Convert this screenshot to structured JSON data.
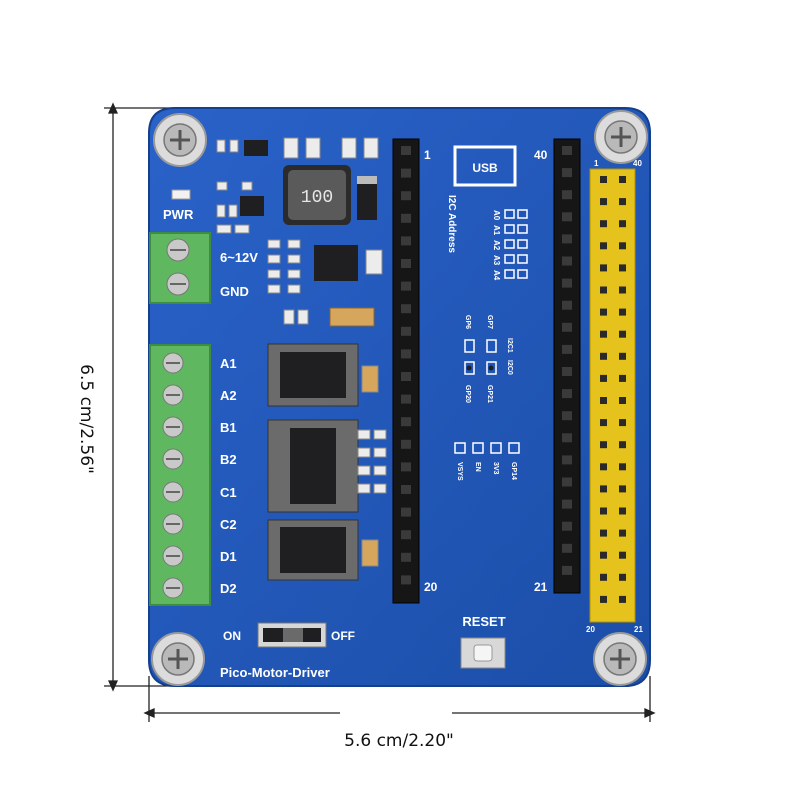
{
  "dimensions": {
    "height_label": "6.5 cm/2.56\"",
    "width_label": "5.6 cm/2.20\""
  },
  "board": {
    "name": "Pico-Motor-Driver",
    "pwr_label": "PWR",
    "input_voltage_label": "6~12V",
    "gnd_label": "GND",
    "motor_terminals": [
      "A1",
      "A2",
      "B1",
      "B2",
      "C1",
      "C2",
      "D1",
      "D2"
    ],
    "switch_on_label": "ON",
    "switch_off_label": "OFF",
    "reset_label": "RESET",
    "usb_label": "USB",
    "inductor_label": "100",
    "i2c_address_label": "I2C Address",
    "address_pins": [
      "A0",
      "A1",
      "A2",
      "A3",
      "A4"
    ],
    "i2c_select_top": [
      "GP7",
      "I2C1",
      "I2C0"
    ],
    "i2c_select_bottom": [
      "GP6",
      "GP20",
      "GP21"
    ],
    "power_pins": [
      "VSYS",
      "EN",
      "3V3",
      "GP14"
    ],
    "header_left_top": "1",
    "header_left_bottom": "20",
    "header_right_top": "40",
    "header_right_bottom": "21",
    "yellow_header_top_left": "1",
    "yellow_header_top_right": "40",
    "yellow_header_bottom_left": "20",
    "yellow_header_bottom_right": "21"
  },
  "colors": {
    "pcb": "#1f56b8",
    "terminal_green": "#5fb760",
    "pin_header_yellow": "#e6c21c",
    "chip_black": "#1f1f22"
  }
}
